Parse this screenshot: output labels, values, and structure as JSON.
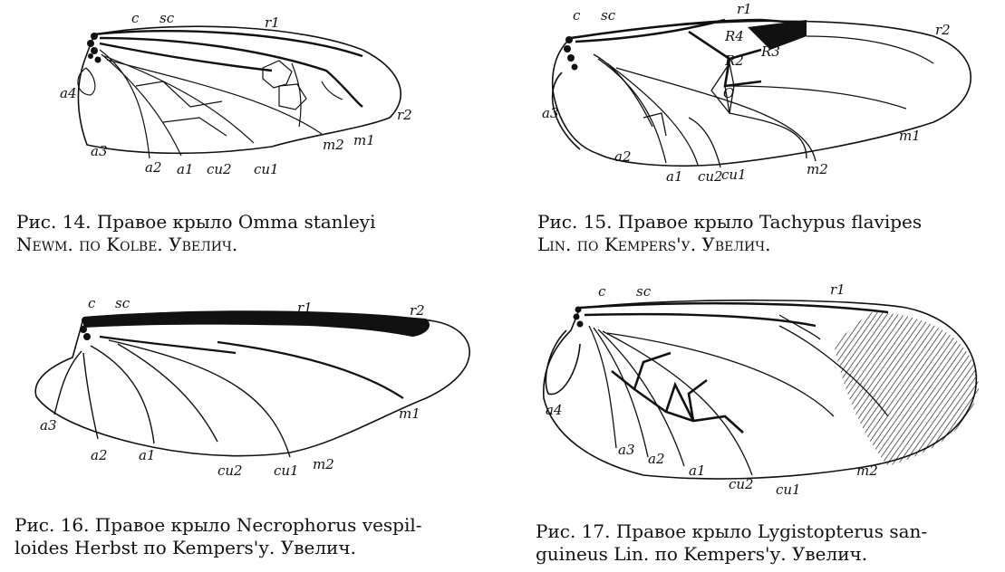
{
  "figures": [
    {
      "id": "fig14",
      "labels": {
        "c": "c",
        "sc": "sc",
        "r1": "r1",
        "r2": "r2",
        "a4": "a4",
        "a3": "a3",
        "a2": "a2",
        "a1": "a1",
        "cu2": "cu2",
        "cu1": "cu1",
        "m2": "m2",
        "m1": "m1"
      },
      "caption_l1": "Рис.  14. Правое крыло Omma stanleyi",
      "caption_l2": "Newm. по Kolbe. Увелич."
    },
    {
      "id": "fig15",
      "labels": {
        "c": "c",
        "sc": "sc",
        "r1": "r1",
        "r2": "r2",
        "R4": "R4",
        "R3": "R3",
        "R2": "R2",
        "O": "O",
        "a3": "a3",
        "a2": "a2",
        "a1": "a1",
        "cu2": "cu2",
        "cu1": "cu1",
        "m2": "m2",
        "m1": "m1"
      },
      "caption_l1": "Рис. 15. Правое крыло Tachypus flavipes",
      "caption_l2": "Lin. по Kempers'у. Увелич."
    },
    {
      "id": "fig16",
      "labels": {
        "c": "c",
        "sc": "sc",
        "r1": "r1",
        "r2": "r2",
        "a3": "a3",
        "a2": "a2",
        "a1": "a1",
        "cu2": "cu2",
        "cu1": "cu1",
        "m2": "m2",
        "m1": "m1"
      },
      "caption_l1": "Рис. 16. Правое крыло Necrophorus vespil-",
      "caption_l2": "loides Herbst по Kempers'у. Увелич."
    },
    {
      "id": "fig17",
      "labels": {
        "c": "c",
        "sc": "sc",
        "r1": "r1",
        "a4": "a4",
        "a3": "a3",
        "a2": "a2",
        "a1": "a1",
        "cu2": "cu2",
        "cu1": "cu1",
        "m2": "m2"
      },
      "caption_l1": "Рис. 17. Правое крыло Lygistopterus san-",
      "caption_l2": "guineus Lin. по Kempers'у. Увелич."
    }
  ]
}
